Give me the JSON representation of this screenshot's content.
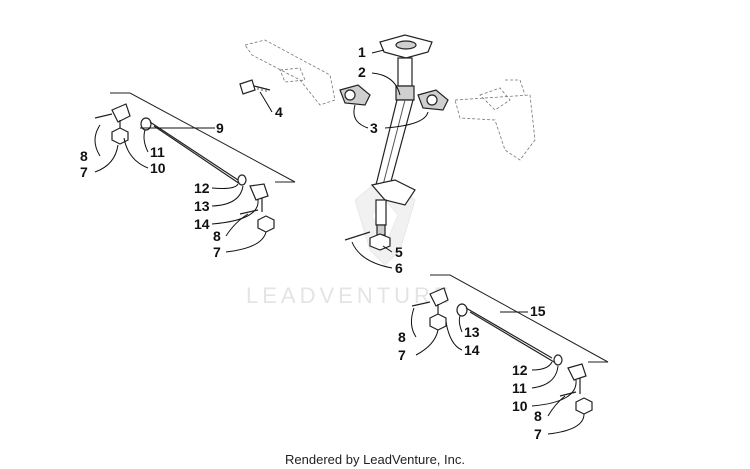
{
  "watermark": "LEADVENTURE",
  "footer": "Rendered by LeadVenture, Inc.",
  "callouts": {
    "top": [
      "1",
      "2",
      "3",
      "4",
      "5",
      "6"
    ],
    "left": [
      "9",
      "8",
      "7",
      "11",
      "10",
      "12",
      "13",
      "14",
      "8",
      "7"
    ],
    "right": [
      "15",
      "8",
      "7",
      "13",
      "14",
      "12",
      "11",
      "10",
      "8",
      "7"
    ]
  },
  "colors": {
    "line": "#111111",
    "part_fill": "#cfcfcf",
    "watermark": "#e4e4e4"
  }
}
